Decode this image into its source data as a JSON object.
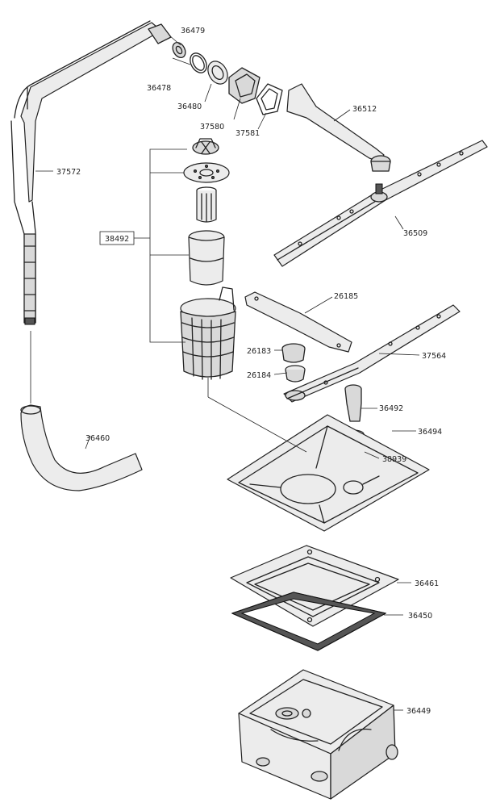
{
  "parts": [
    {
      "id": "p36479",
      "number": "36479"
    },
    {
      "id": "p36478",
      "number": "36478"
    },
    {
      "id": "p36480",
      "number": "36480"
    },
    {
      "id": "p37580",
      "number": "37580"
    },
    {
      "id": "p37581",
      "number": "37581"
    },
    {
      "id": "p36512",
      "number": "36512"
    },
    {
      "id": "p37572",
      "number": "37572"
    },
    {
      "id": "p38492",
      "number": "38492"
    },
    {
      "id": "p36509",
      "number": "36509"
    },
    {
      "id": "p26185",
      "number": "26185"
    },
    {
      "id": "p26183",
      "number": "26183"
    },
    {
      "id": "p37564",
      "number": "37564"
    },
    {
      "id": "p26184",
      "number": "26184"
    },
    {
      "id": "p36492",
      "number": "36492"
    },
    {
      "id": "p36494",
      "number": "36494"
    },
    {
      "id": "p36460",
      "number": "36460"
    },
    {
      "id": "p38939",
      "number": "38939"
    },
    {
      "id": "p36461",
      "number": "36461"
    },
    {
      "id": "p36450",
      "number": "36450"
    },
    {
      "id": "p36449",
      "number": "36449"
    }
  ]
}
